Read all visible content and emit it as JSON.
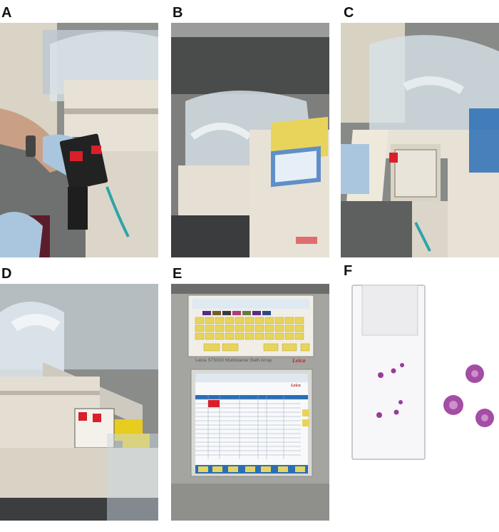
{
  "panels": [
    {
      "label": "A"
    },
    {
      "label": "B"
    },
    {
      "label": "C"
    },
    {
      "label": "D"
    },
    {
      "label": "E"
    },
    {
      "label": "F"
    }
  ],
  "device": {
    "model_line": "Leica ST5020 Multistainer Bath Array",
    "brand": "Leica"
  },
  "colors": {
    "bench_dark": "#2b2f33",
    "instrument_cream": "#e8e2d6",
    "lid_glass": "#c9d8e0",
    "keypad_yellow": "#e8d45a",
    "screen_blue": "#2a6fb5",
    "rack_red": "#d8202a",
    "glove_blue": "#a9c6de",
    "he_stain": "#9a3a9a"
  }
}
